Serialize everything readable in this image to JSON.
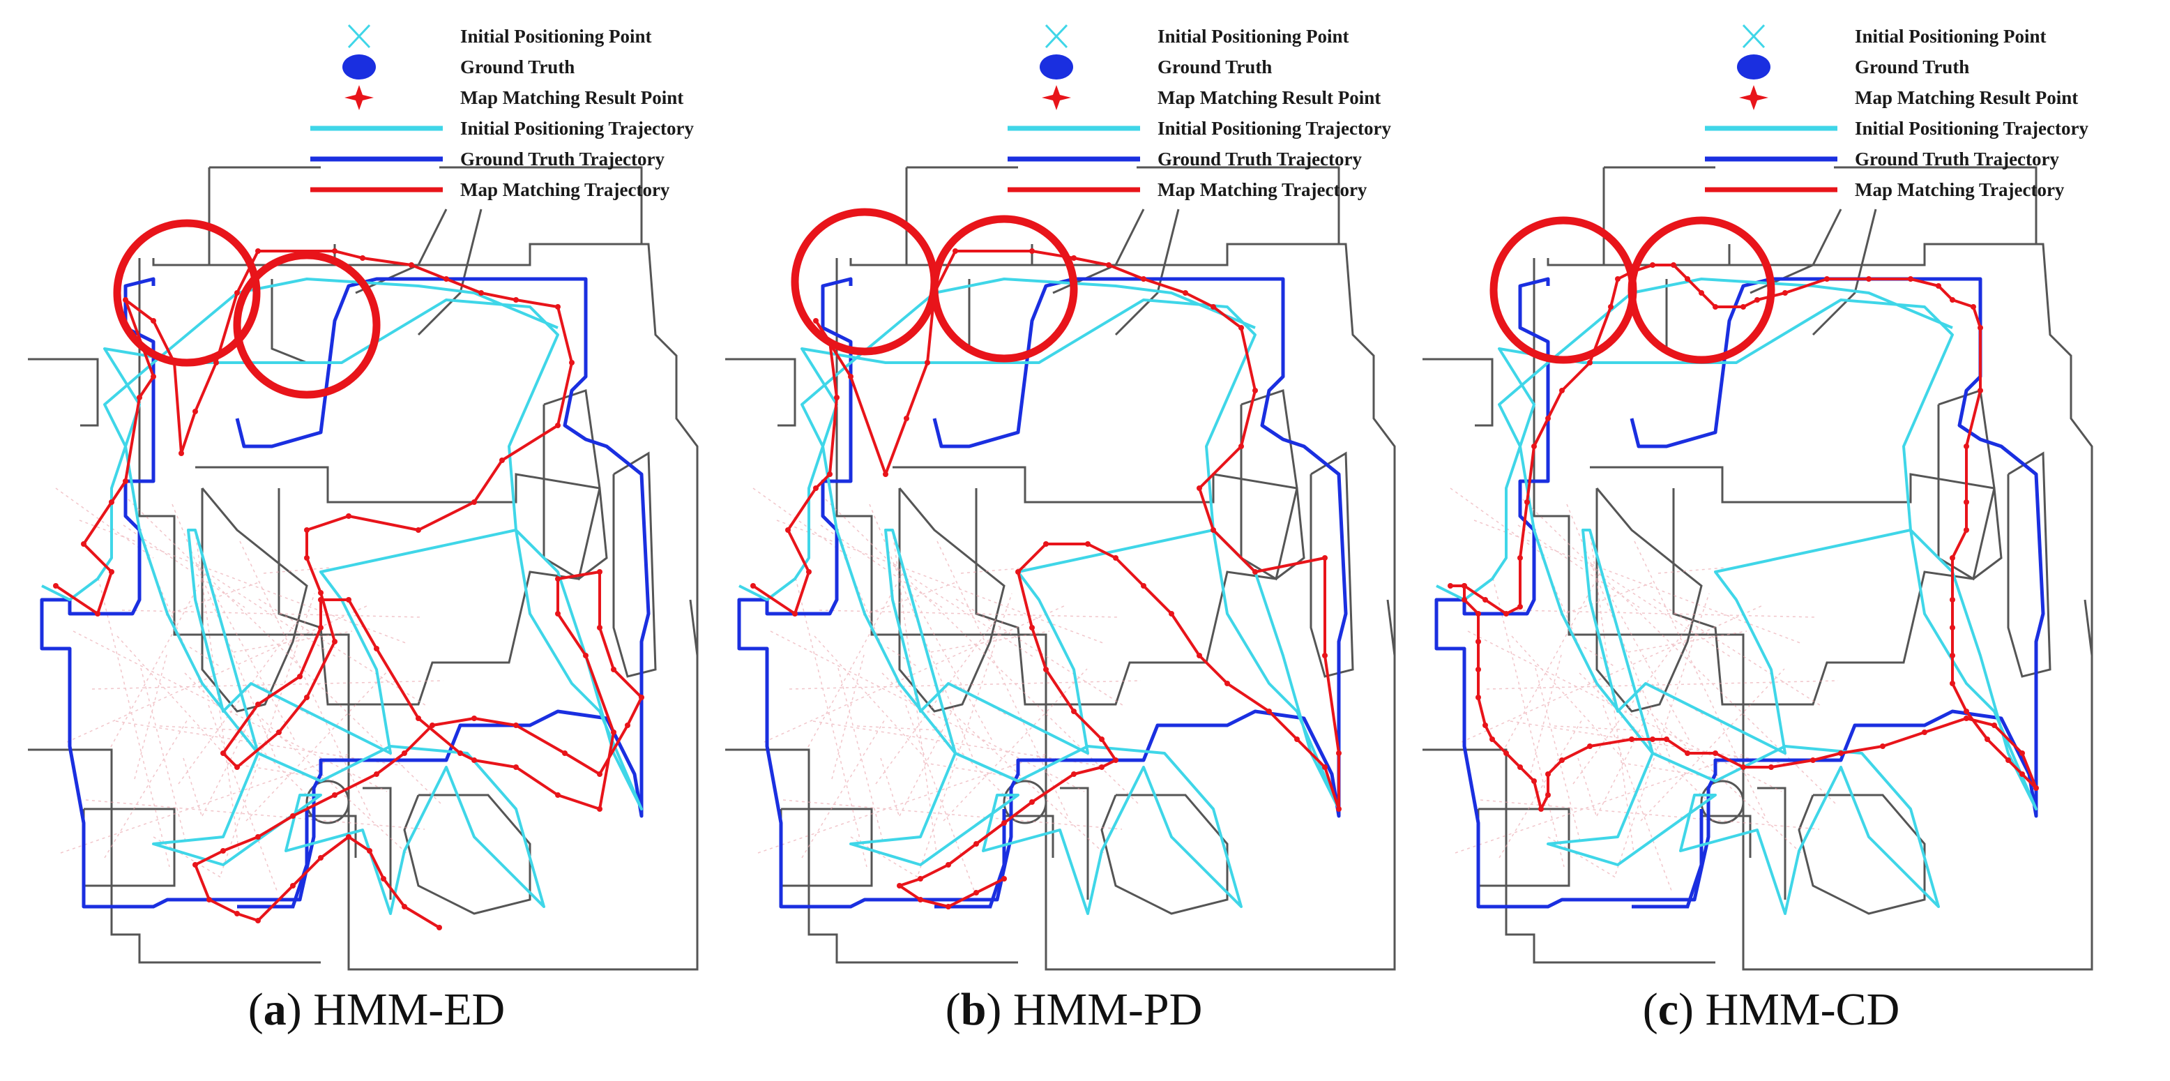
{
  "legend": [
    {
      "key": "initial_point",
      "label": "Initial Positioning Point",
      "symbol": "x-mark",
      "color": "#3fd6e8"
    },
    {
      "key": "ground_truth",
      "label": "Ground Truth",
      "symbol": "ellipse",
      "color": "#1a2fe0"
    },
    {
      "key": "mm_point",
      "label": "Map Matching Result Point",
      "symbol": "star",
      "color": "#e8141a"
    },
    {
      "key": "initial_traj",
      "label": "Initial Positioning Trajectory",
      "symbol": "line",
      "color": "#3fd6e8"
    },
    {
      "key": "gt_traj",
      "label": "Ground Truth Trajectory",
      "symbol": "line",
      "color": "#1a2fe0"
    },
    {
      "key": "mm_traj",
      "label": "Map Matching Trajectory",
      "symbol": "line",
      "color": "#e8141a"
    }
  ],
  "panels": [
    {
      "letter": "(a)",
      "title": "HMM-ED"
    },
    {
      "letter": "(b)",
      "title": "HMM-PD"
    },
    {
      "letter": "(c)",
      "title": "HMM-CD"
    }
  ],
  "colors": {
    "floorplan": "#555555",
    "highlight": "#e8141a",
    "cyan": "#3fd6e8",
    "blue": "#1a2fe0",
    "red": "#e8141a"
  }
}
